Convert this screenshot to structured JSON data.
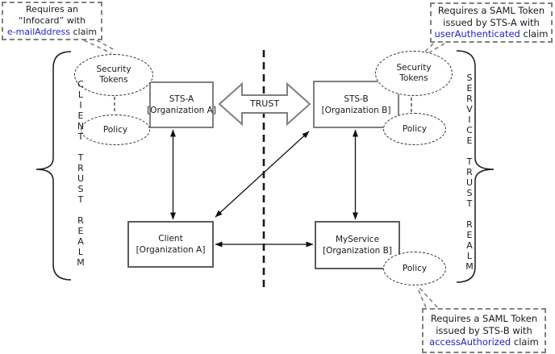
{
  "colors": {
    "highlight_blue": "#2323cc",
    "box_border_light": "#7f7f7f",
    "box_border_dark": "#5c5c5c",
    "ellipse_border": "#2b2b2b",
    "callout_border": "#808080",
    "text": "#1a1a1a"
  },
  "callouts": {
    "top_left": {
      "line1": "Requires an",
      "line2": "“Infocard” with",
      "highlight": "e-mailAddress",
      "suffix": " claim"
    },
    "top_right": {
      "line1": "Requires a SAML Token",
      "line2": "issued by STS-A with",
      "highlight": "userAuthenticated",
      "suffix": " claim"
    },
    "bottom_right": {
      "line1": "Requires a SAML Token",
      "line2": "issued by STS-B with",
      "highlight": "accessAuthorized",
      "suffix": " claim"
    }
  },
  "realm_left": {
    "label": "C\nL\nI\nE\nN\nT\n\nT\nR\nU\nS\nT\n\nR\nE\nA\nL\nM"
  },
  "realm_right": {
    "label": "S\nE\nR\nV\nI\nC\nE\n\nT\nR\nU\nS\nT\n\nR\nE\nA\nL\nM"
  },
  "nodes": {
    "sts_a": {
      "title": "STS-A",
      "subtitle": "[Organization A]"
    },
    "sts_b": {
      "title": "STS-B",
      "subtitle": "[Organization B]"
    },
    "client": {
      "title": "Client",
      "subtitle": "[Organization A]"
    },
    "myservice": {
      "title": "MyService",
      "subtitle": "[Organization B]"
    }
  },
  "ellipses": {
    "tokens_left": "Security\nTokens",
    "policy_left": "Policy",
    "tokens_right": "Security\nTokens",
    "policy_right_top": "Policy",
    "policy_right_bottom": "Policy"
  },
  "trust_arrow": {
    "label": "TRUST"
  }
}
